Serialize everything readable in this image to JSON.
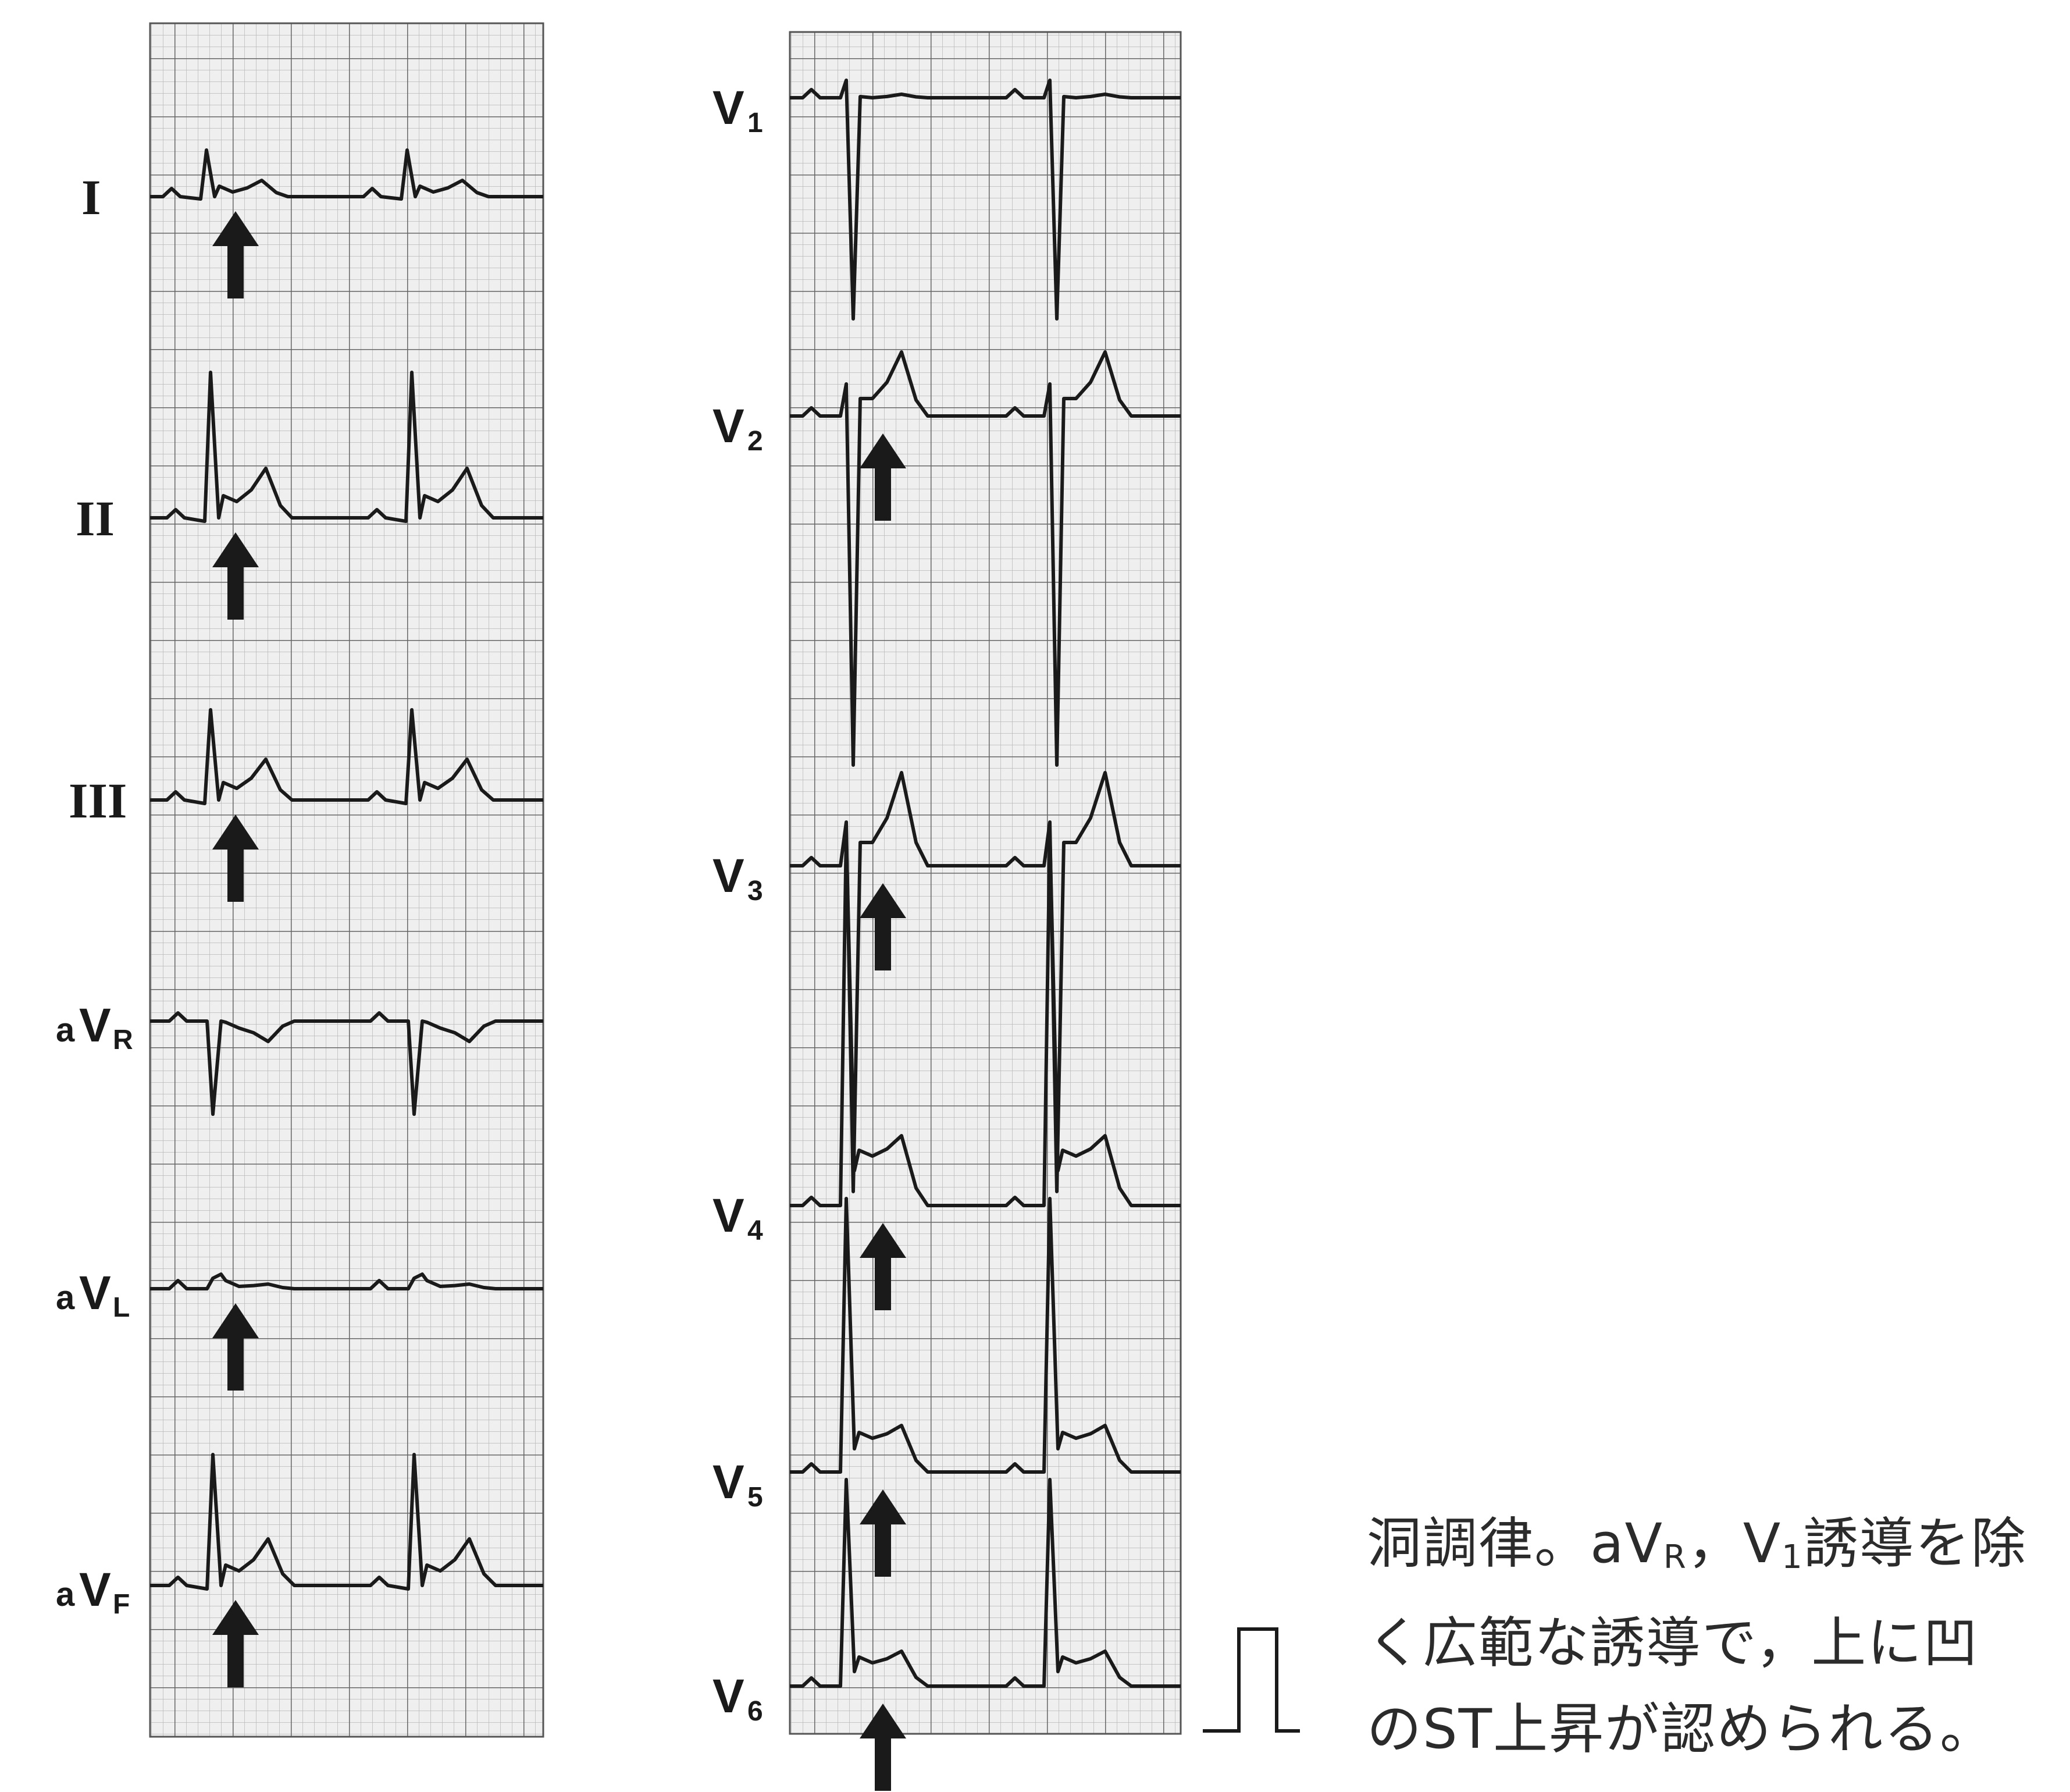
{
  "limb_leads": [
    {
      "id": "I",
      "label": "I",
      "arrow": true
    },
    {
      "id": "II",
      "label": "II",
      "arrow": true
    },
    {
      "id": "III",
      "label": "III",
      "arrow": true
    },
    {
      "id": "aVR",
      "prefix": "a",
      "main": "V",
      "sub": "R",
      "arrow": false
    },
    {
      "id": "aVL",
      "prefix": "a",
      "main": "V",
      "sub": "L",
      "arrow": true
    },
    {
      "id": "aVF",
      "prefix": "a",
      "main": "V",
      "sub": "F",
      "arrow": true
    }
  ],
  "chest_leads": [
    {
      "id": "V1",
      "main": "V",
      "sub": "1",
      "arrow": false
    },
    {
      "id": "V2",
      "main": "V",
      "sub": "2",
      "arrow": true
    },
    {
      "id": "V3",
      "main": "V",
      "sub": "3",
      "arrow": true
    },
    {
      "id": "V4",
      "main": "V",
      "sub": "4",
      "arrow": true
    },
    {
      "id": "V5",
      "main": "V",
      "sub": "5",
      "arrow": true
    },
    {
      "id": "V6",
      "main": "V",
      "sub": "6",
      "arrow": true
    }
  ],
  "caption": {
    "part1": "洞調律。aV",
    "sub_r": "R",
    "part2": "，V",
    "sub_1": "1",
    "part3": "誘導を除",
    "line2": "く広範な誘導で，上に凹",
    "line3": "のST上昇が認められる。"
  },
  "colors": {
    "ink": "#1a1a1a",
    "grid_major": "#6a6a6a",
    "grid_minor": "#b5b5b5",
    "paper": "#efefef"
  }
}
